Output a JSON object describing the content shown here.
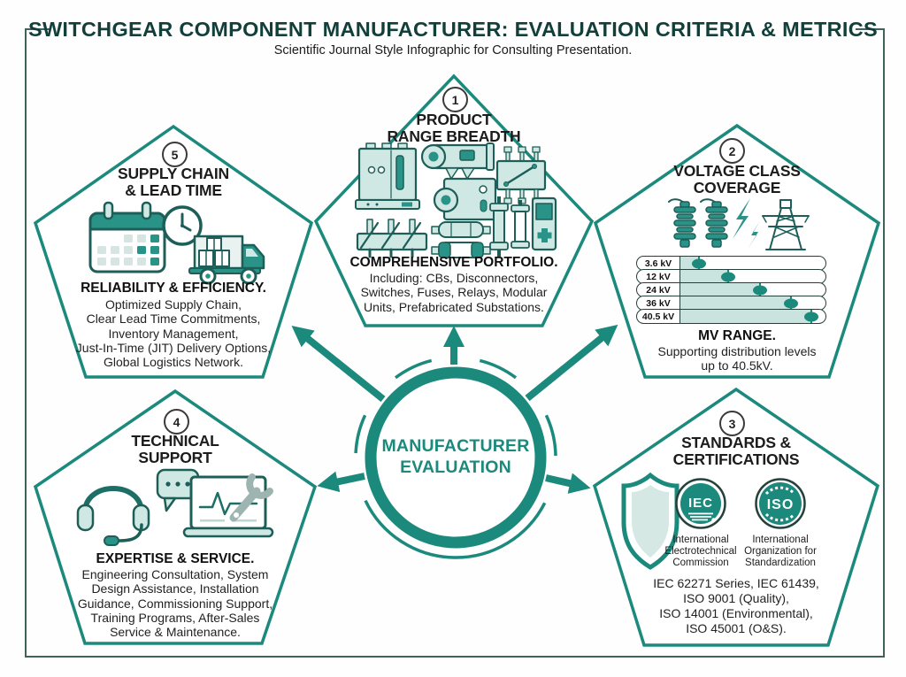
{
  "header": {
    "title": "SWITCHGEAR COMPONENT MANUFACTURER: EVALUATION CRITERIA & METRICS",
    "subtitle": "Scientific Journal Style Infographic for Consulting Presentation."
  },
  "center": {
    "label": "MANUFACTURER\nEVALUATION"
  },
  "colors": {
    "accent_teal": "#1b8a7d",
    "dark_teal_text": "#123f3a",
    "light_teal_fill": "#cfe8e3",
    "outline_dark": "#1d5f58",
    "frame": "#41615b",
    "body_text": "#222222"
  },
  "pentagons": [
    {
      "number": "1",
      "title": "PRODUCT\nRANGE BREADTH",
      "metric": "COMPREHENSIVE PORTFOLIO.",
      "description": "Including: CBs, Disconnectors,\nSwitches, Fuses, Relays, Modular\nUnits, Prefabricated Substations.",
      "icons": [
        "circuit-breaker",
        "current-transformer",
        "relay",
        "disconnector",
        "fuses",
        "control-module"
      ]
    },
    {
      "number": "2",
      "title": "VOLTAGE CLASS\nCOVERAGE",
      "metric": "MV RANGE.",
      "description": "Supporting distribution levels\nup to 40.5kV.",
      "icons": [
        "insulators",
        "lightning-bolts",
        "transmission-tower"
      ],
      "chart": {
        "type": "bar",
        "rows": [
          {
            "label": "3.6 kV",
            "value_pct": 13
          },
          {
            "label": "12 kV",
            "value_pct": 33
          },
          {
            "label": "24 kV",
            "value_pct": 55
          },
          {
            "label": "36 kV",
            "value_pct": 76
          },
          {
            "label": "40.5 kV",
            "value_pct": 90
          }
        ]
      }
    },
    {
      "number": "3",
      "title": "STANDARDS &\nCERTIFICATIONS",
      "badges": [
        {
          "label": "IEC",
          "caption": "International\nElectrotechnical\nCommission"
        },
        {
          "label": "ISO",
          "caption": "International\nOrganization for\nStandardization"
        }
      ],
      "description": "IEC 62271 Series, IEC 61439,\nISO 9001 (Quality),\nISO 14001 (Environmental),\nISO 45001 (O&S).",
      "icons": [
        "shield",
        "iec-badge",
        "iso-badge"
      ]
    },
    {
      "number": "4",
      "title": "TECHNICAL\nSUPPORT",
      "metric": "EXPERTISE & SERVICE.",
      "description": "Engineering Consultation, System\nDesign Assistance, Installation\nGuidance, Commissioning Support,\nTraining Programs, After-Sales\nService & Maintenance.",
      "icons": [
        "headset",
        "chat-bubble",
        "laptop-diagnostics",
        "wrench"
      ]
    },
    {
      "number": "5",
      "title": "SUPPLY CHAIN\n& LEAD TIME",
      "metric": "RELIABILITY & EFFICIENCY.",
      "description": "Optimized Supply Chain,\nClear Lead Time Commitments,\nInventory Management,\nJust-In-Time (JIT) Delivery Options,\nGlobal Logistics Network.",
      "icons": [
        "calendar",
        "clock",
        "delivery-truck"
      ]
    }
  ]
}
